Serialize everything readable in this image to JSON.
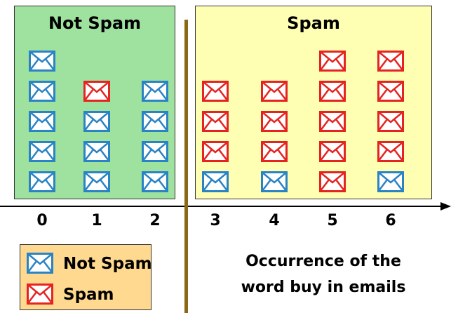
{
  "regions": {
    "not_spam": {
      "title": "Not Spam",
      "color": "#9fe29f"
    },
    "spam": {
      "title": "Spam",
      "color": "#ffffb3"
    }
  },
  "axis": {
    "ticks": [
      "0",
      "1",
      "2",
      "3",
      "4",
      "5",
      "6"
    ],
    "caption_line1": "Occurrence of the",
    "caption_line2": "word buy in emails"
  },
  "legend": {
    "background": "#ffd98f",
    "items": [
      {
        "label": "Not Spam",
        "icon": "envelope-icon",
        "color": "#2a83c5"
      },
      {
        "label": "Spam",
        "icon": "envelope-icon",
        "color": "#e52421"
      }
    ]
  },
  "divider_color": "#8b6914",
  "emails_by_count": [
    {
      "count": "0",
      "stack": [
        "not_spam",
        "not_spam",
        "not_spam",
        "not_spam",
        "not_spam"
      ]
    },
    {
      "count": "1",
      "stack": [
        "not_spam",
        "not_spam",
        "not_spam",
        "spam"
      ]
    },
    {
      "count": "2",
      "stack": [
        "not_spam",
        "not_spam",
        "not_spam",
        "not_spam"
      ]
    },
    {
      "count": "3",
      "stack": [
        "not_spam",
        "spam",
        "spam",
        "spam"
      ]
    },
    {
      "count": "4",
      "stack": [
        "not_spam",
        "spam",
        "spam",
        "spam"
      ]
    },
    {
      "count": "5",
      "stack": [
        "spam",
        "spam",
        "spam",
        "spam",
        "spam"
      ]
    },
    {
      "count": "6",
      "stack": [
        "not_spam",
        "spam",
        "spam",
        "spam",
        "spam"
      ]
    }
  ]
}
